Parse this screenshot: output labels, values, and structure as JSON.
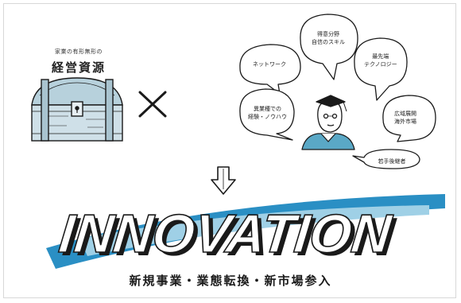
{
  "resource": {
    "caption": "家業の有形無形の",
    "title": "経営資源"
  },
  "operator": "×",
  "arrow": "⇓",
  "thought_bubbles": [
    {
      "lines": [
        "ネットワーク"
      ]
    },
    {
      "lines": [
        "得意分野",
        "自信のスキル"
      ]
    },
    {
      "lines": [
        "最先端",
        "テクノロジー"
      ]
    },
    {
      "lines": [
        "広域展開",
        "海外市場"
      ]
    },
    {
      "lines": [
        "異業種での",
        "経験・ノウハウ"
      ]
    }
  ],
  "person_label": "若手後継者",
  "innovation": {
    "word": "INNOVATION",
    "subtitle": "新規事業・業態転換・新市場参入"
  },
  "colors": {
    "accent": "#2a8fc4",
    "shirt": "#5aa8c6",
    "ink": "#1a1a1a"
  }
}
